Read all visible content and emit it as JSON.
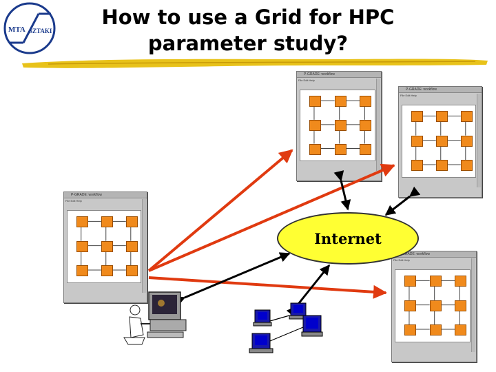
{
  "title": {
    "line1": "How to use a Grid for HPC",
    "line2": "parameter study?"
  },
  "logo": {
    "left_text": "MTA",
    "right_text": "SZTAKI",
    "color": "#1a3a8c"
  },
  "cloud": {
    "label": "Internet",
    "fill": "#ffff33"
  },
  "colors": {
    "red_arrow": "#e03a10",
    "black_arrow": "#000000",
    "node": "#f08a1c",
    "underline": "#e8c21a"
  },
  "windows": {
    "titlebar": "P-GRADE: workflow",
    "menu": "File  Edit  Help"
  },
  "icons": [
    "workstation-user-icon",
    "computer-icon",
    "computer-icon",
    "computer-icon"
  ]
}
